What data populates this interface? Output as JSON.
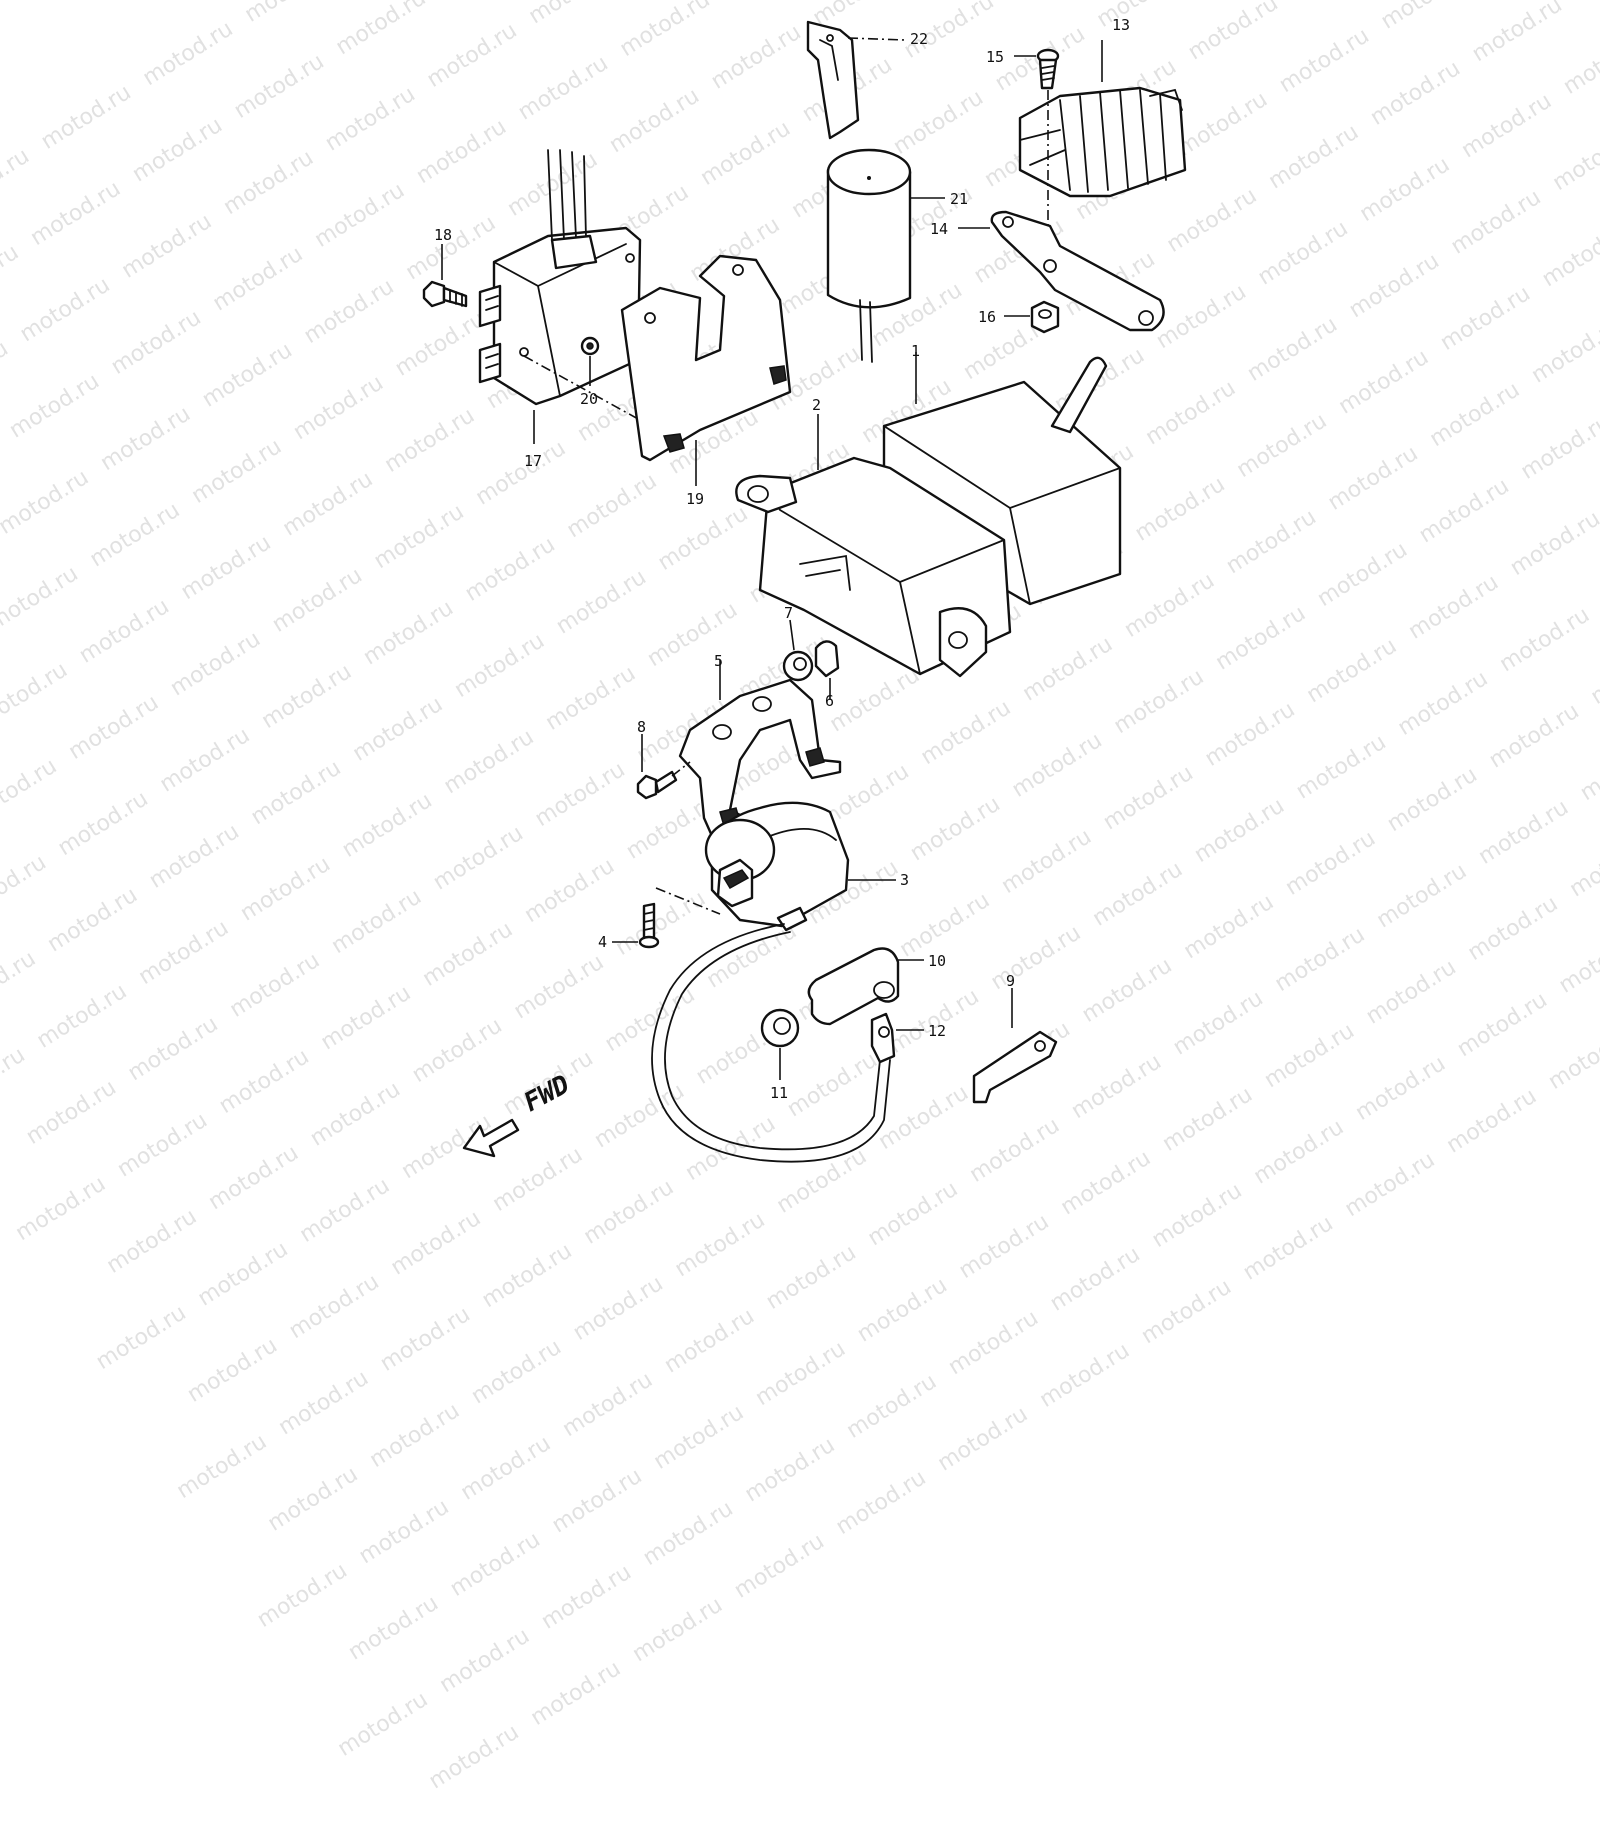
{
  "watermark": "motod.ru",
  "direction_label": "FWD",
  "callouts": [
    "1",
    "2",
    "3",
    "4",
    "5",
    "6",
    "7",
    "8",
    "9",
    "10",
    "11",
    "12",
    "13",
    "14",
    "15",
    "16",
    "17",
    "18",
    "19",
    "20",
    "21",
    "22"
  ]
}
